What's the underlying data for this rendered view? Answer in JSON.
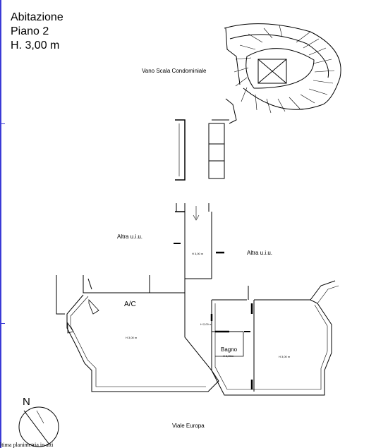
{
  "header": {
    "line1": "Abitazione",
    "line2": "Piano 2",
    "line3": "H. 3,00 m"
  },
  "labels": {
    "stair": "Vano Scala Condominiale",
    "other_left": "Altra u.i.u.",
    "other_right": "Altra u.i.u.",
    "ac": "A/C",
    "bath": "Bagno",
    "street": "Viale Europa",
    "north": "N"
  },
  "heights": {
    "corridor": "H 3,00 m",
    "living": "H 3,00 m",
    "hall": "H 2,00 m",
    "bath": "H 2,00m",
    "bedroom": "H 3,00 m"
  },
  "footer": "ltima planimetria in atti",
  "colors": {
    "line": "#000000",
    "margin": "#3b3bd6",
    "fill": "#ffffff"
  }
}
